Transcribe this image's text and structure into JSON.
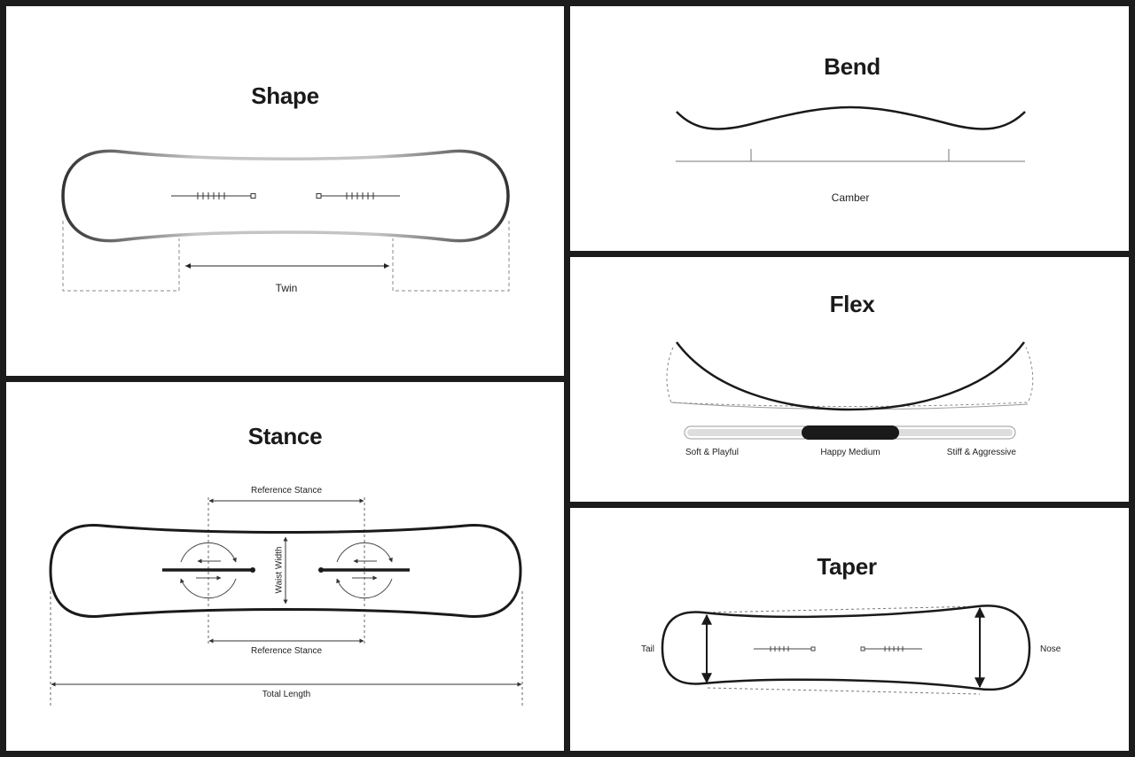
{
  "panels": {
    "shape": {
      "title": "Shape",
      "label": "Twin"
    },
    "bend": {
      "title": "Bend",
      "label": "Camber"
    },
    "flex": {
      "title": "Flex",
      "scale": [
        "Soft & Playful",
        "Happy Medium",
        "Stiff & Aggressive"
      ],
      "selected": "Happy Medium"
    },
    "stance": {
      "title": "Stance",
      "reference_top": "Reference Stance",
      "reference_bottom": "Reference Stance",
      "waist": "Waist Width",
      "total": "Total Length"
    },
    "taper": {
      "title": "Taper",
      "tail": "Tail",
      "nose": "Nose"
    }
  },
  "colors": {
    "frame": "#1c1c1c",
    "panel": "#ffffff",
    "ink": "#1a1a1a",
    "track": "#dddddd"
  }
}
